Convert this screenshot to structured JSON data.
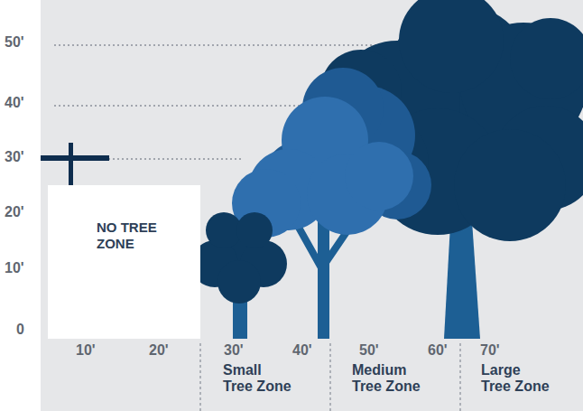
{
  "diagram": {
    "nodes": [
      {
        "text": [
          "NO TREE ZONE"
        ]
      }
    ],
    "labels": [
      "50'",
      "40'",
      "30'",
      "20'",
      "10'",
      "0",
      "10'",
      "20'",
      "30'",
      "40'",
      "50'",
      "60'",
      "70'",
      "Small Tree Zone",
      "Medium Tree Zone",
      "Large Tree Zone"
    ]
  }
}
